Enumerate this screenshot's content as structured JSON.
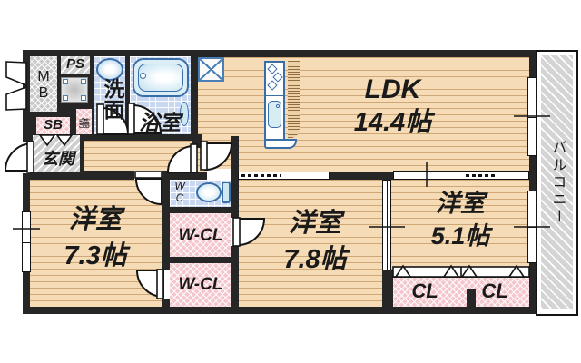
{
  "plan": {
    "labels": {
      "ldk": "LDK",
      "ldk_size": "14.4帖",
      "bedroom_a": "洋室",
      "bedroom_a_size": "7.3帖",
      "bedroom_b": "洋室",
      "bedroom_b_size": "7.8帖",
      "bedroom_c": "洋室",
      "bedroom_c_size": "5.1帖",
      "balcony": "バルコニー",
      "entrance": "玄関",
      "washroom": "洗面",
      "bathroom": "浴室",
      "toilet": "WC",
      "walk_in_closet_upper": "W-CL",
      "walk_in_closet_lower": "W-CL",
      "closet_left": "CL",
      "closet_right": "CL",
      "meter_box": "MB",
      "pipe_space": "PS",
      "shoe_box": "SB",
      "shelf": "棚"
    },
    "fixtures": [
      "bathtub",
      "washbasin",
      "washing-machine-pan",
      "toilet",
      "kitchen-counter",
      "stove-burners",
      "kitchen-sink",
      "x-marked-space"
    ],
    "colors": {
      "wall": "#262626",
      "wood_floor": "#f6dcb6",
      "tile_blue": "#c9d7f0",
      "closet_pink": "#f5c6cb",
      "utility_gray": "#c9c9c9",
      "balcony_gray": "#d4d4d4",
      "fixture_blue": "#3a6ea8",
      "fixture_fill": "#d8ecf4",
      "text": "#1a1a1a"
    }
  }
}
